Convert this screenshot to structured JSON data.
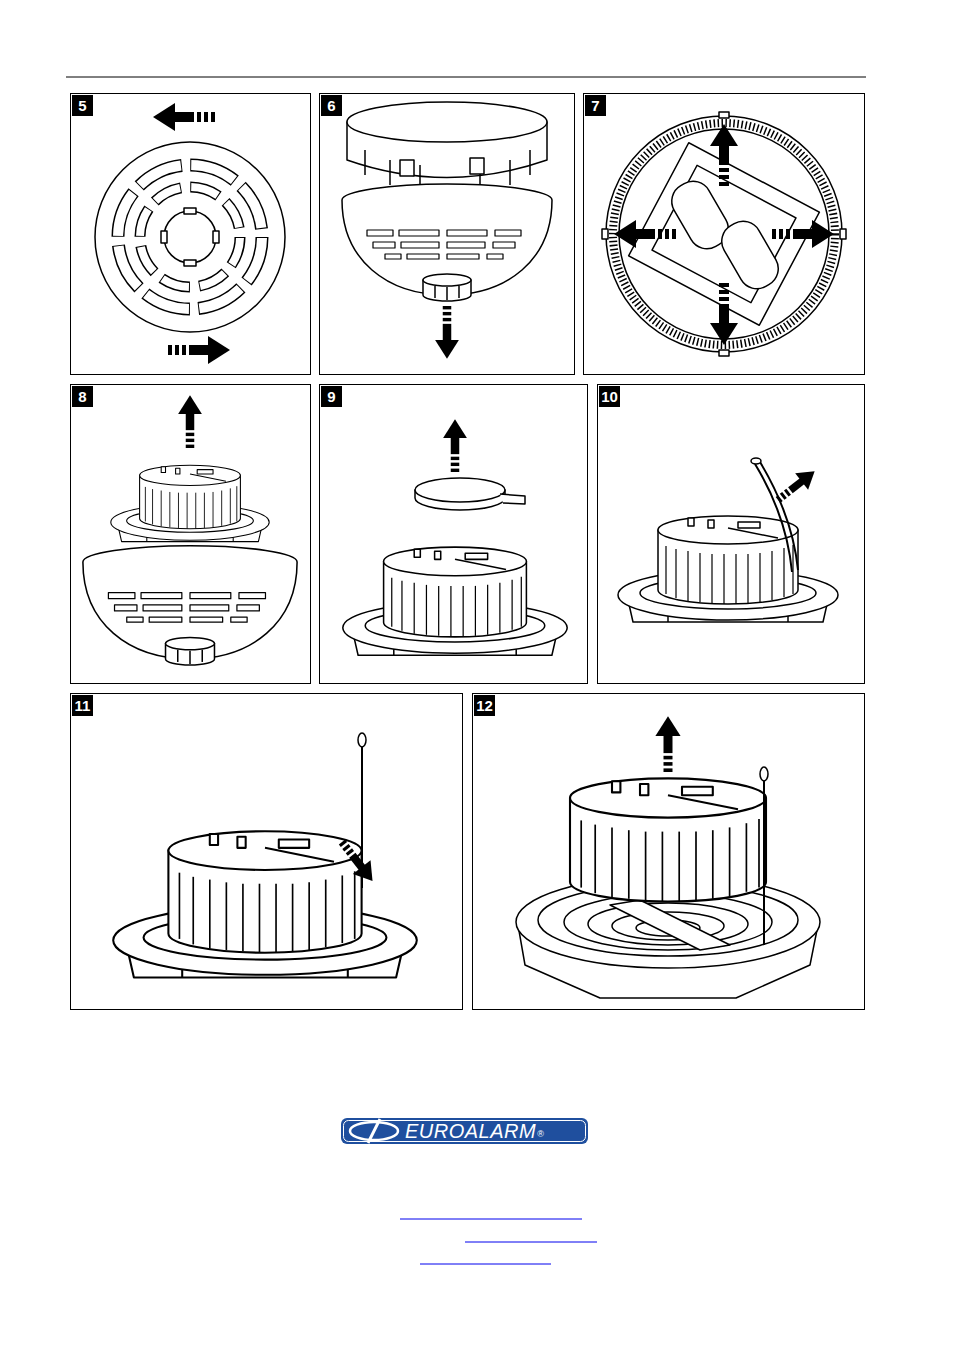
{
  "diagram": {
    "nodes": [
      {
        "text": [
          "5"
        ]
      },
      {
        "text": [
          "6"
        ]
      },
      {
        "text": [
          "7"
        ]
      },
      {
        "text": [
          "8"
        ]
      },
      {
        "text": [
          "9"
        ]
      },
      {
        "text": [
          "10"
        ]
      },
      {
        "text": [
          "11"
        ]
      },
      {
        "text": [
          "12"
        ]
      },
      {
        "text": [
          "EUROALARM"
        ]
      }
    ],
    "labels": [
      "®"
    ]
  }
}
